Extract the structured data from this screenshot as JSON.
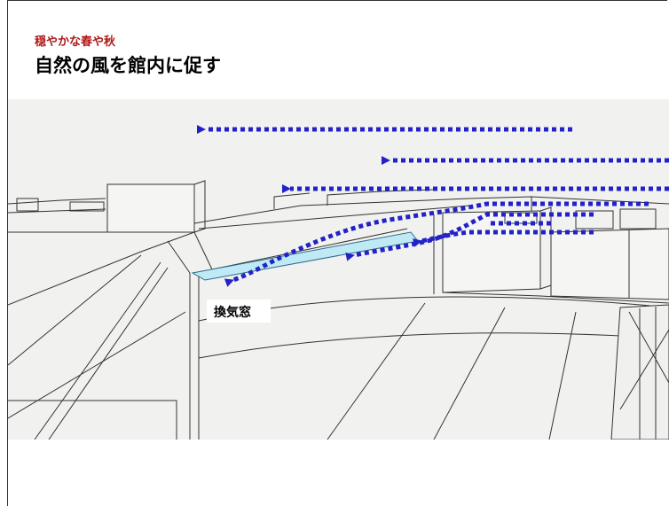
{
  "slide": {
    "subtitle": "穏やかな春や秋",
    "title": "自然の風を館内に促す"
  },
  "illustration": {
    "label": "換気窓",
    "colors": {
      "arrow": "#2222c8",
      "window": "#bfeaf5",
      "background": "#f1f1ef",
      "line": "#333333"
    },
    "arrow_icon": "arrow-left-icon"
  }
}
